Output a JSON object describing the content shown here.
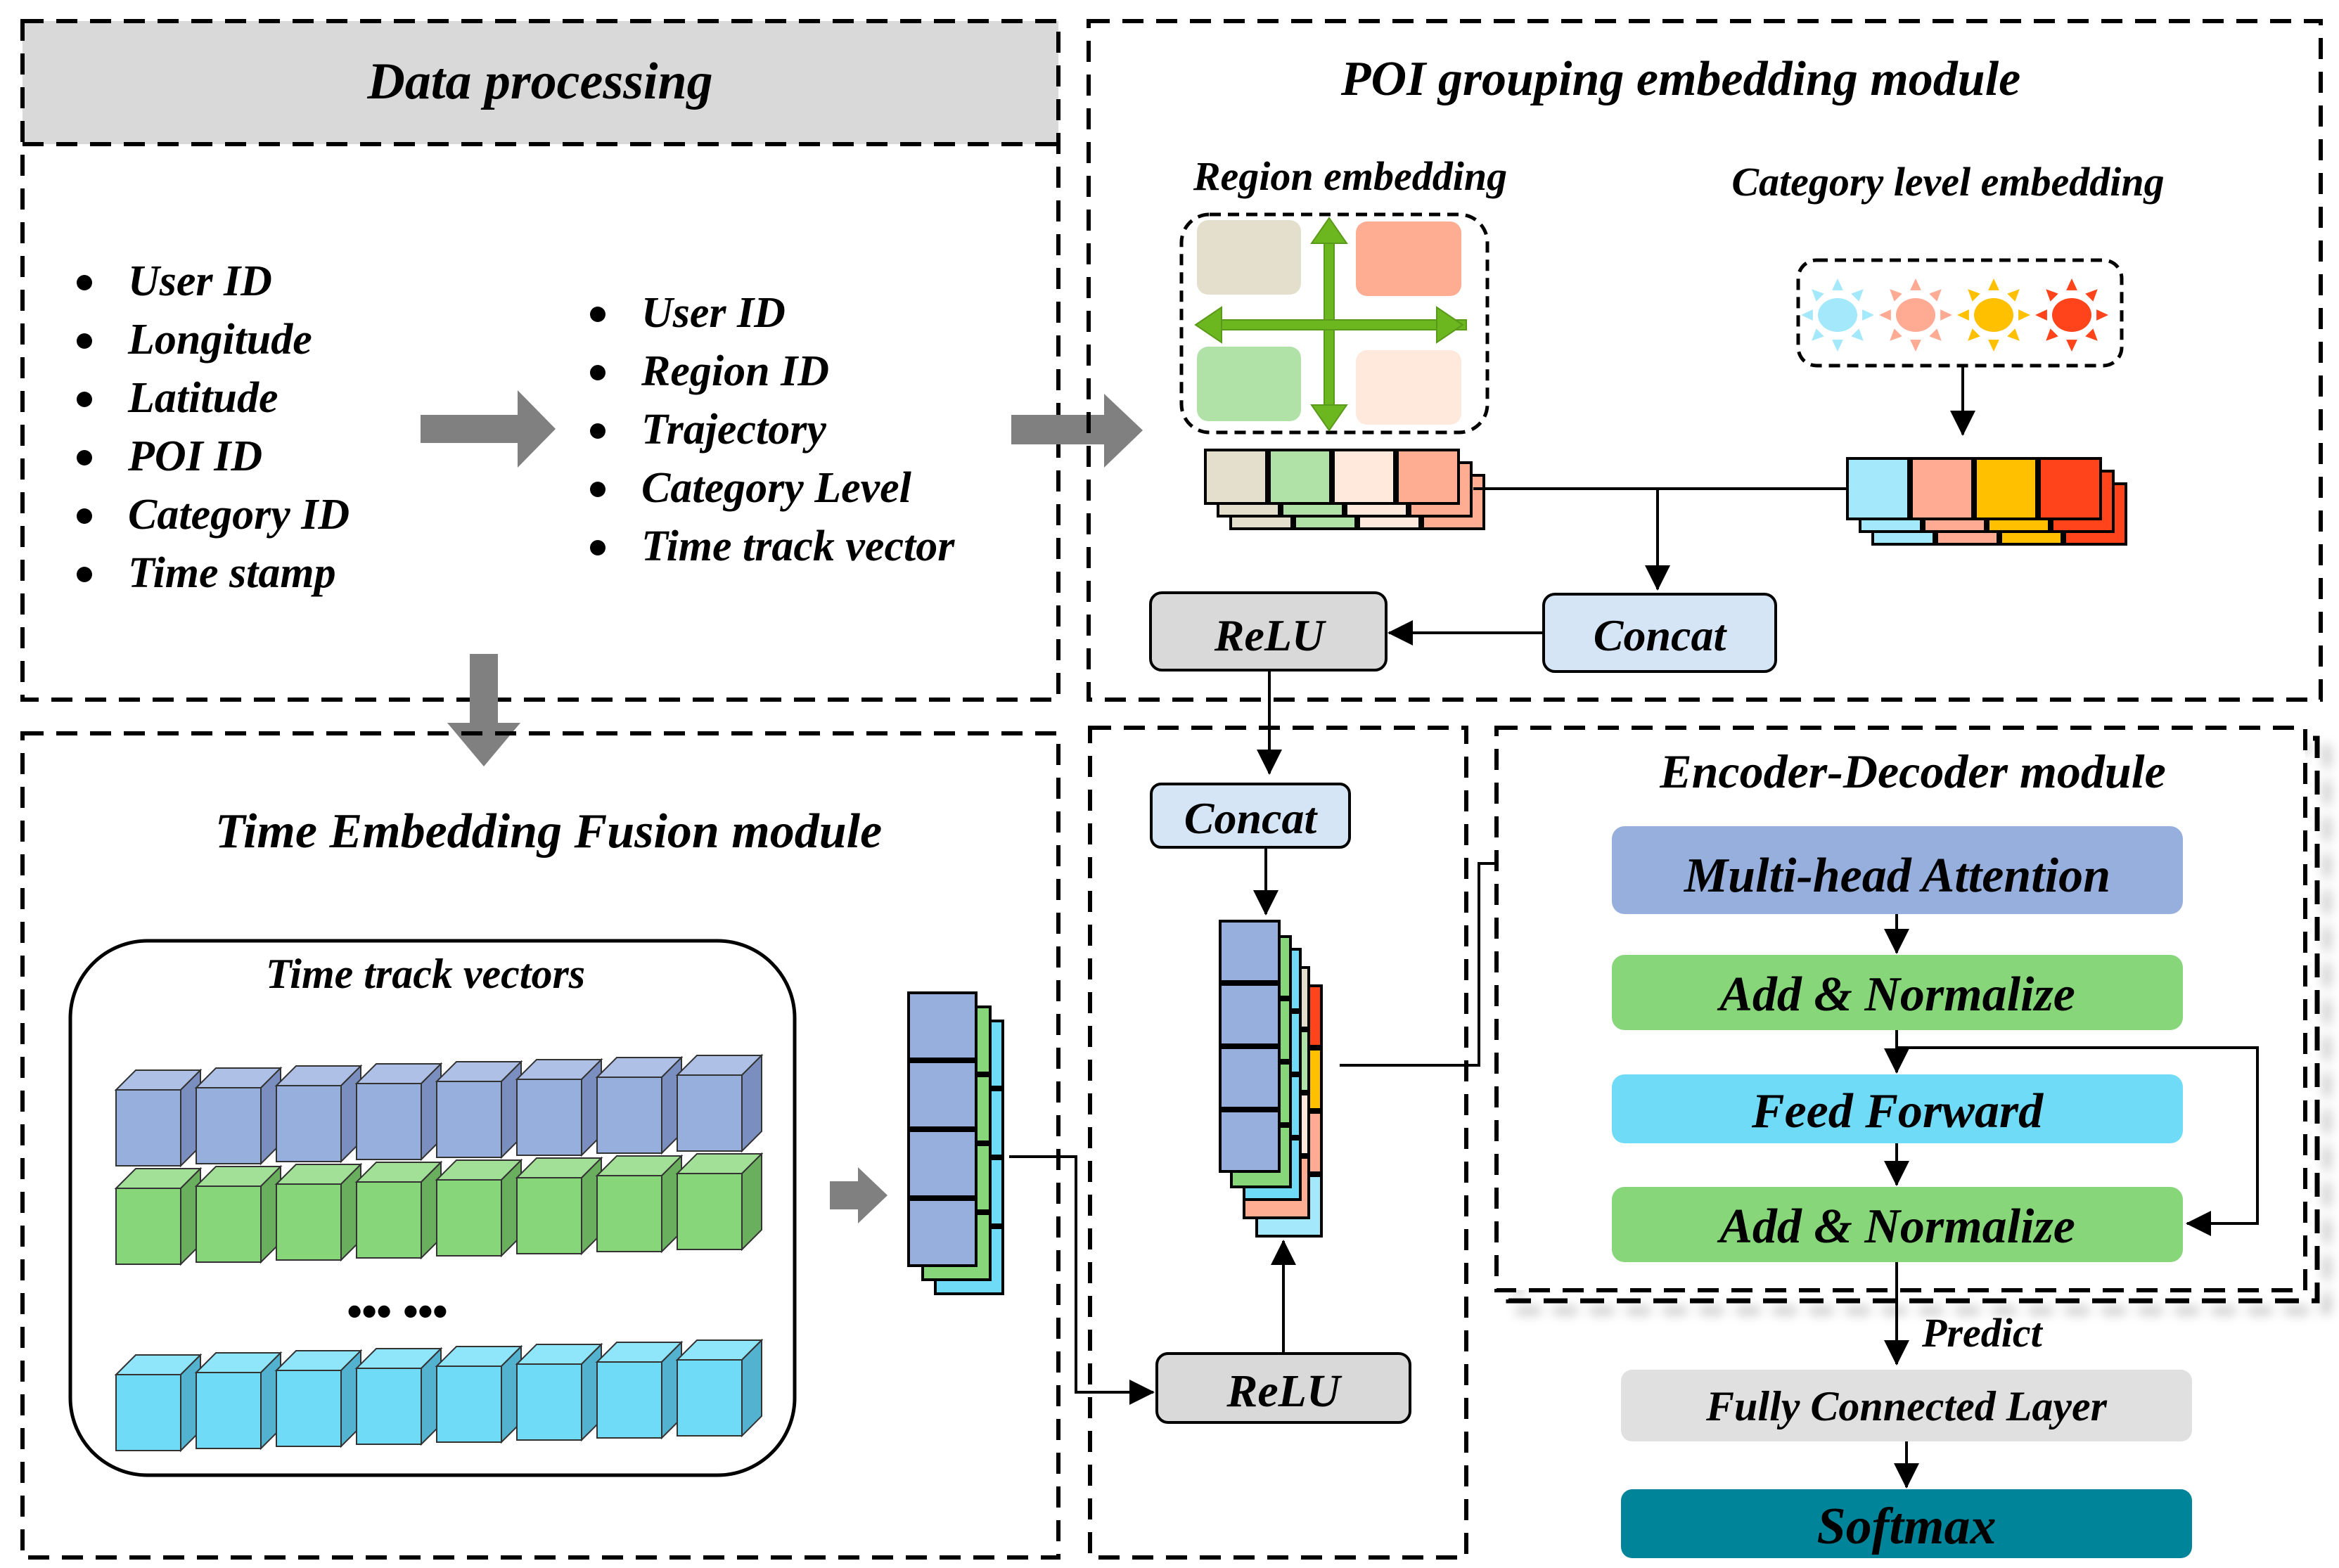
{
  "data_processing": {
    "title": "Data processing",
    "raw_fields": [
      "User ID",
      "Longitude",
      "Latitude",
      "POI ID",
      "Category ID",
      "Time stamp"
    ],
    "processed_fields": [
      "User ID",
      "Region ID",
      "Trajectory",
      "Category Level",
      "Time track vector"
    ]
  },
  "poi_module": {
    "title": "POI grouping embedding module",
    "region_label": "Region embedding",
    "category_label": "Category level embedding",
    "concat_label": "Concat",
    "relu_label": "ReLU"
  },
  "time_module": {
    "title": "Time Embedding Fusion module",
    "vectors_label": "Time track vectors",
    "ellipsis": "••• •••"
  },
  "fusion": {
    "concat_label": "Concat",
    "relu_label": "ReLU"
  },
  "encoder_decoder": {
    "title": "Encoder-Decoder module",
    "blocks": [
      "Multi-head Attention",
      "Add & Normalize",
      "Feed Forward",
      "Add & Normalize"
    ]
  },
  "output": {
    "predict_label": "Predict",
    "fc_label": "Fully Connected Layer",
    "softmax_label": "Softmax"
  },
  "colors": {
    "header_gray": "#d9d9d9",
    "blue": "#97afdd",
    "green": "#87d67a",
    "cyan": "#6fdbf7",
    "region_beige": "#e4dfcc",
    "region_green": "#b0e2a8",
    "region_peach": "#ffe8dc",
    "region_salmon": "#ffad92",
    "cat_lightblue": "#a3e8fb",
    "cat_salmon": "#ffab94",
    "cat_yellow": "#ffc000",
    "cat_red": "#ff431b",
    "concat_blue": "#d5e5f5",
    "relu_gray": "#d9d9d9",
    "fc_gray": "#e0e0e0",
    "softmax_teal": "#008499",
    "arrow_green": "#6cb61f",
    "arrow_gray": "#808080"
  }
}
